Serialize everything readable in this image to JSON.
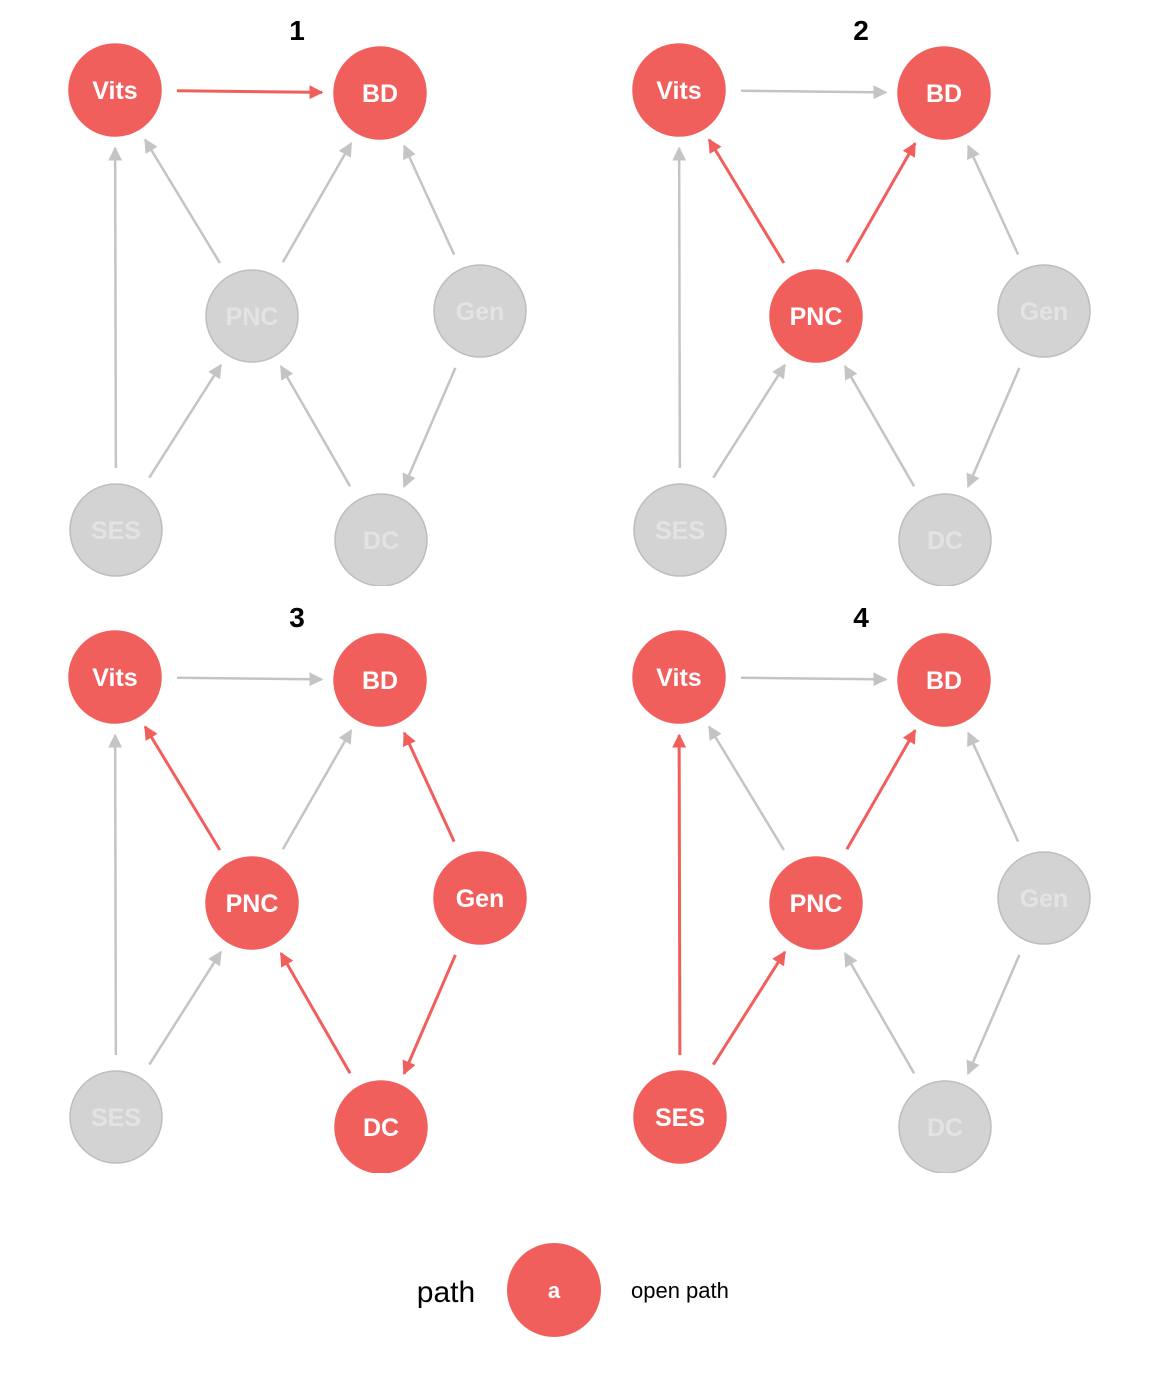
{
  "colors": {
    "open": "#f15f5d",
    "closed_fill": "#d3d3d3",
    "closed_stroke": "#bdbdbd",
    "closed_text": "#e3e3e3",
    "closed_edge": "#c4c4c4"
  },
  "chart_data": {
    "type": "diagram",
    "node_labels": [
      "Vits",
      "BD",
      "PNC",
      "Gen",
      "SES",
      "DC"
    ],
    "edges": [
      {
        "from": "Vits",
        "to": "BD"
      },
      {
        "from": "PNC",
        "to": "Vits"
      },
      {
        "from": "PNC",
        "to": "BD"
      },
      {
        "from": "Gen",
        "to": "BD"
      },
      {
        "from": "SES",
        "to": "Vits"
      },
      {
        "from": "SES",
        "to": "PNC"
      },
      {
        "from": "DC",
        "to": "PNC"
      },
      {
        "from": "Gen",
        "to": "DC"
      }
    ],
    "panels": [
      {
        "title": "1",
        "open_nodes": [
          "Vits",
          "BD"
        ],
        "open_edges": [
          0
        ]
      },
      {
        "title": "2",
        "open_nodes": [
          "Vits",
          "BD",
          "PNC"
        ],
        "open_edges": [
          1,
          2
        ]
      },
      {
        "title": "3",
        "open_nodes": [
          "Vits",
          "BD",
          "PNC",
          "Gen",
          "DC"
        ],
        "open_edges": [
          1,
          3,
          6,
          7
        ]
      },
      {
        "title": "4",
        "open_nodes": [
          "Vits",
          "BD",
          "PNC",
          "SES"
        ],
        "open_edges": [
          2,
          4,
          5
        ]
      }
    ],
    "legend": {
      "title": "path",
      "key": "a",
      "label": "open path"
    }
  }
}
